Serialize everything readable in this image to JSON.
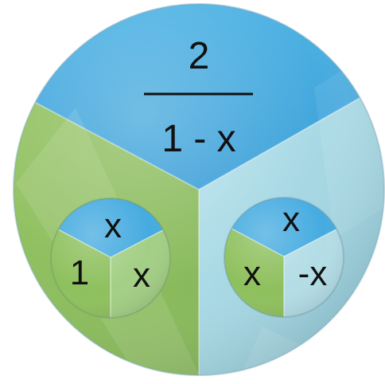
{
  "colors": {
    "blue": "#3aa6de",
    "green": "#8fbe5c",
    "light_blue": "#a9dbe6",
    "text": "#111111",
    "background": "#ffffff"
  },
  "big_disc": {
    "numerator": "2",
    "denominator": "1 - x"
  },
  "left_disc": {
    "top": "x",
    "left": "1",
    "right": "x"
  },
  "right_disc": {
    "top": "x",
    "left": "x",
    "right": "-x"
  }
}
